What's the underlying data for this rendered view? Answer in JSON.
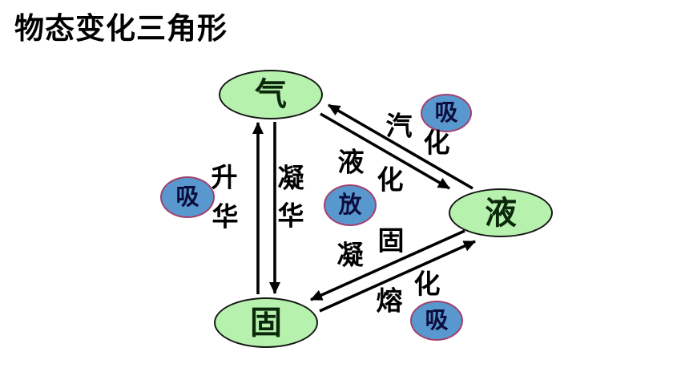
{
  "title": "物态变化三角形",
  "nodes": {
    "gas": {
      "label": "气"
    },
    "liquid": {
      "label": "液"
    },
    "solid": {
      "label": "固"
    }
  },
  "processes": {
    "sublimation": {
      "name": "升华",
      "chars": [
        "升",
        "华"
      ],
      "direction": "solid→gas"
    },
    "deposition": {
      "name": "凝华",
      "chars": [
        "凝",
        "华"
      ],
      "direction": "gas→solid"
    },
    "vaporization": {
      "name": "汽化",
      "chars": [
        "汽",
        "化"
      ],
      "direction": "liquid→gas"
    },
    "liquefaction": {
      "name": "液化",
      "chars": [
        "液",
        "化"
      ],
      "direction": "gas→liquid"
    },
    "solidification": {
      "name": "凝固",
      "chars": [
        "凝",
        "固"
      ],
      "direction": "liquid→solid"
    },
    "melting": {
      "name": "熔化",
      "chars": [
        "熔",
        "化"
      ],
      "direction": "solid→liquid"
    }
  },
  "badges": {
    "sublimation": {
      "label": "吸"
    },
    "vaporization": {
      "label": "吸"
    },
    "liquefaction": {
      "label": "放"
    },
    "melting": {
      "label": "吸"
    }
  },
  "colors": {
    "background": "#ffffff",
    "node_fill": "#b7f1ae",
    "node_border": "#161616",
    "badge_fill": "#5898cf",
    "badge_border": "#a2406e",
    "arrow": "#000000",
    "text": "#000000"
  }
}
